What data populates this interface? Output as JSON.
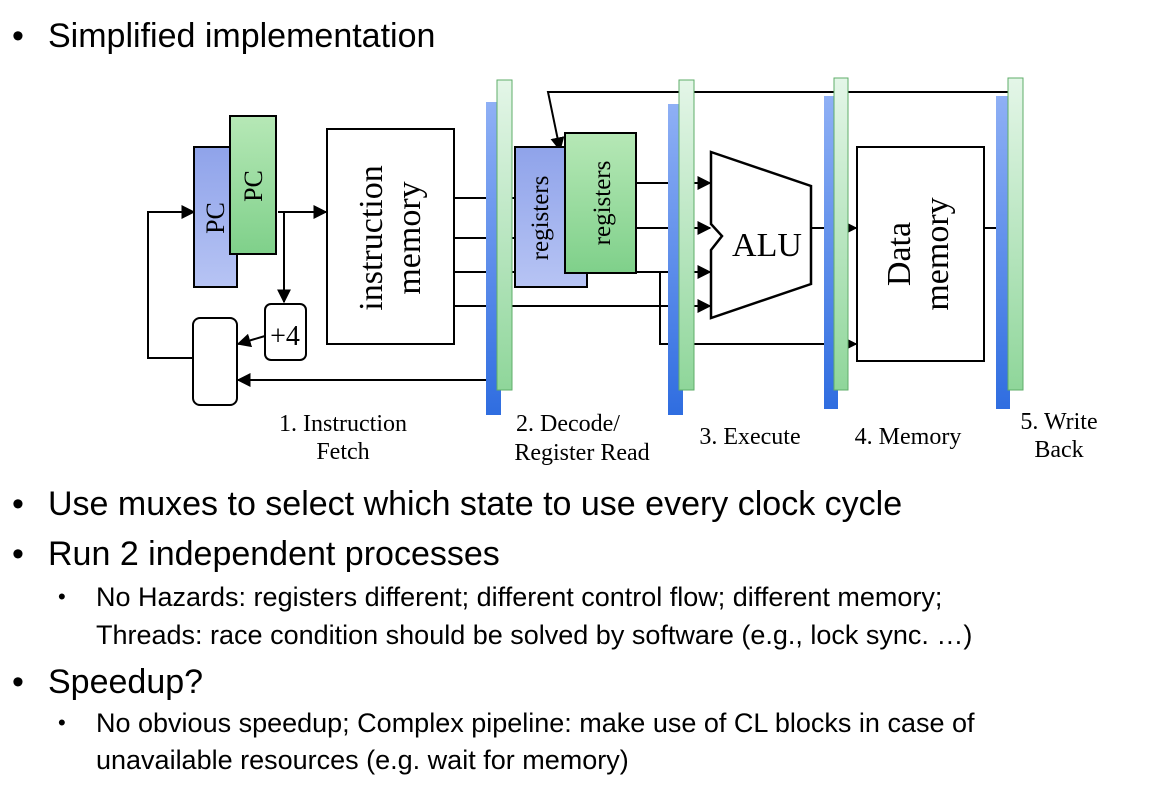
{
  "bullets": {
    "b1": "Simplified implementation",
    "b2": "Use muxes to select which state to use every clock cycle",
    "b3": "Run 2 independent processes",
    "b3_sub_line1": "No Hazards: registers different; different control flow; different memory;",
    "b3_sub_line2": "Threads: race condition should be solved by software (e.g., lock sync. …)",
    "b4": "Speedup?",
    "b4_sub_line1": "No obvious speedup; Complex pipeline: make use of CL blocks in case of",
    "b4_sub_line2": "unavailable resources (e.g. wait for memory)"
  },
  "diagram": {
    "pc_back": "PC",
    "pc_front": "PC",
    "plus4": "+4",
    "imem_line1": "instruction",
    "imem_line2": "memory",
    "reg_back": "registers",
    "reg_front": "registers",
    "alu": "ALU",
    "dmem_line1": "Data",
    "dmem_line2": "memory",
    "stage1_line1": "1. Instruction",
    "stage1_line2": "Fetch",
    "stage2_line1": "2. Decode/",
    "stage2_line2": "Register Read",
    "stage3": "3. Execute",
    "stage4": "4. Memory",
    "stage5_line1": "5. Write",
    "stage5_line2": "Back"
  },
  "colors": {
    "pc_back_fill": "#9fb0ee",
    "pc_front_fill": "#9edc9a",
    "pipe_reg_blue": "#4a86e8",
    "pipe_reg_green": "#a9e2b0"
  }
}
